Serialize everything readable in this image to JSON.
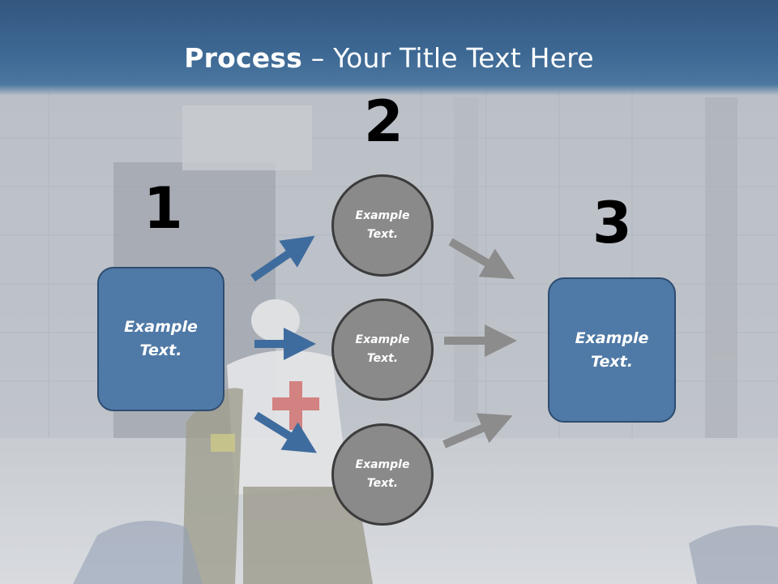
{
  "title": {
    "bold": "Process",
    "dash": " – ",
    "rest": "Your Title Text Here"
  },
  "steps": [
    {
      "number": "1",
      "label_line1": "Example",
      "label_line2": "Text."
    },
    {
      "number": "2"
    },
    {
      "number": "3",
      "label_line1": "Example",
      "label_line2": "Text."
    }
  ],
  "circles": [
    {
      "line1": "Example",
      "line2": "Text."
    },
    {
      "line1": "Example",
      "line2": "Text."
    },
    {
      "line1": "Example",
      "line2": "Text."
    }
  ],
  "colors": {
    "header": "#3d6893",
    "box_fill": "#4f79a6",
    "circle_fill": "#8a8a8a",
    "arrow_blue": "#3f6c9e",
    "arrow_gray": "#8c8c8c"
  }
}
